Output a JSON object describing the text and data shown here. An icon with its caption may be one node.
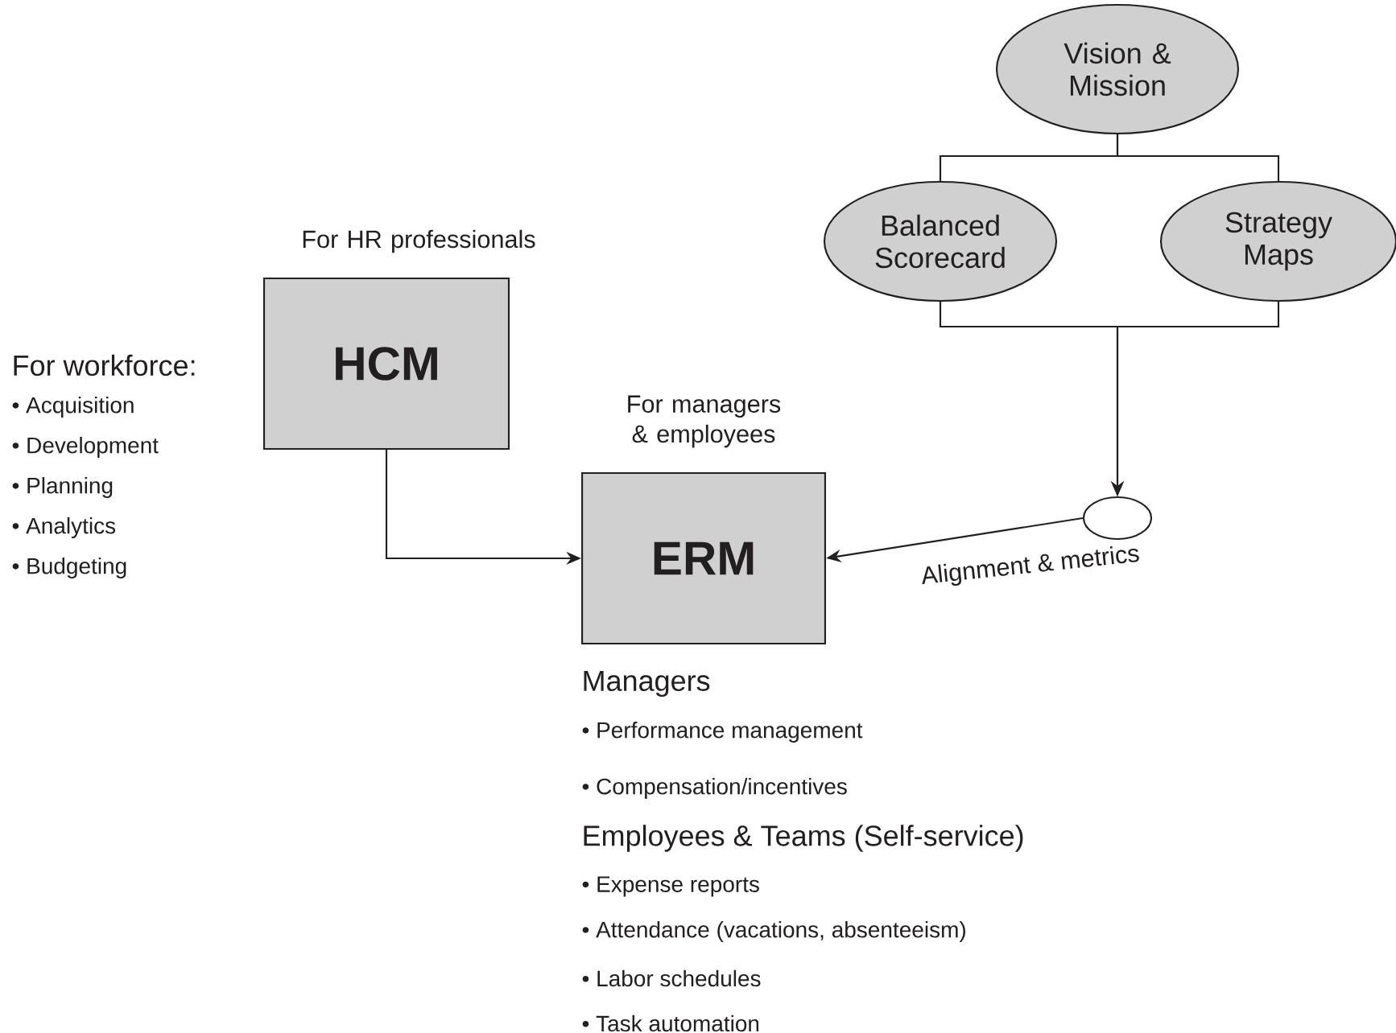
{
  "diagram": {
    "nodes": [
      {
        "text": [
          "Vision & Mission"
        ]
      },
      {
        "text": [
          "Balanced Scorecard"
        ]
      },
      {
        "text": [
          "Strategy Maps"
        ]
      },
      {
        "text": [
          "HCM"
        ],
        "beside": [
          "For HR professionals"
        ]
      },
      {
        "text": [
          "ERM"
        ],
        "beside": [
          "For managers & employees"
        ]
      },
      {
        "text": [],
        "shape": "circle"
      }
    ],
    "edges": [
      {
        "from": 0,
        "to": 1,
        "arrow": "none"
      },
      {
        "from": 0,
        "to": 2,
        "arrow": "none"
      },
      {
        "from": 1,
        "to": 5,
        "arrow": "to"
      },
      {
        "from": 2,
        "to": 5,
        "arrow": "to"
      },
      {
        "from": 3,
        "to": 4,
        "arrow": "to"
      },
      {
        "from": 5,
        "to": 4,
        "arrow": "to",
        "label": "Alignment & metrics"
      }
    ],
    "labels": [
      "For workforce:",
      "• Acquisition",
      "• Development",
      "• Planning",
      "• Analytics",
      "• Budgeting",
      "Managers",
      "• Performance management",
      "• Compensation/incentives",
      "Employees & Teams (Self-service)",
      "• Expense reports",
      "• Attendance (vacations, absenteeism)",
      "• Labor schedules",
      "• Task automation"
    ]
  }
}
